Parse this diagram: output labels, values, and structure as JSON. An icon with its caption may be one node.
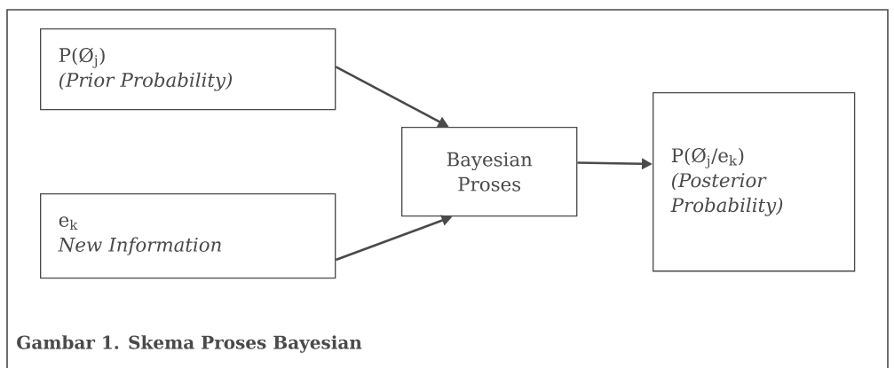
{
  "diagram": {
    "caption": "Gambar 1. Skema Proses Bayesian",
    "nodes": [
      {
        "text": [
          "P(Ø$_{j}$)",
          "(Prior Probability)"
        ]
      },
      {
        "text": [
          "e$_{k}$",
          "New Information"
        ]
      },
      {
        "text": [
          "Bayesian Proses"
        ]
      },
      {
        "text": [
          "P(Ø$_{j}$/e$_{k}$)",
          "(Posterior Probability)"
        ]
      }
    ],
    "edges": [
      {
        "from": 0,
        "to": 2,
        "arrow": "to"
      },
      {
        "from": 1,
        "to": 2,
        "arrow": "to"
      },
      {
        "from": 2,
        "to": 3,
        "arrow": "to"
      }
    ]
  }
}
